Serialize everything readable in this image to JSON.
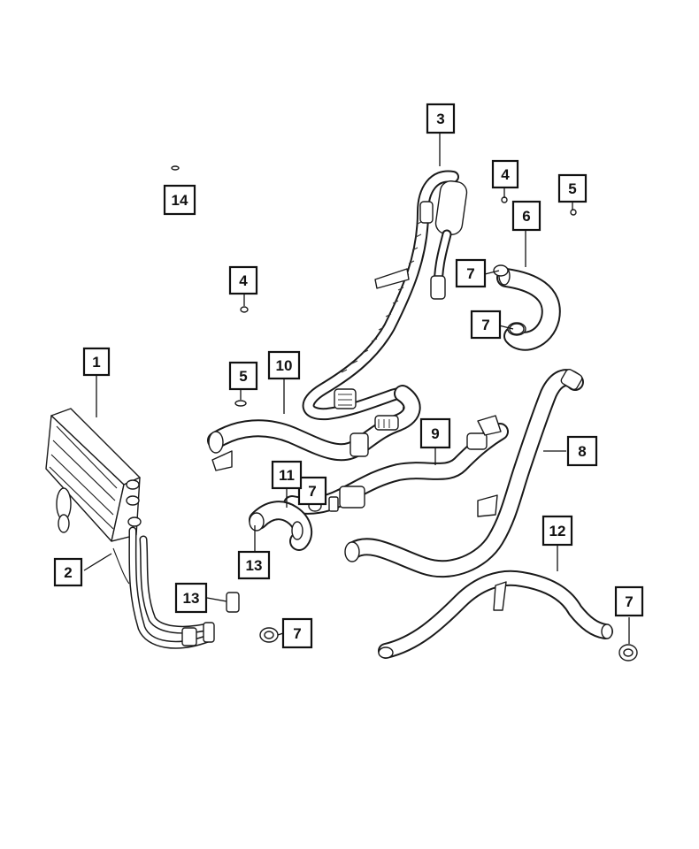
{
  "diagram": {
    "callouts": [
      {
        "id": "c1",
        "label": "1"
      },
      {
        "id": "c2",
        "label": "2"
      },
      {
        "id": "c3",
        "label": "3"
      },
      {
        "id": "c4a",
        "label": "4"
      },
      {
        "id": "c4b",
        "label": "4"
      },
      {
        "id": "c5a",
        "label": "5"
      },
      {
        "id": "c5b",
        "label": "5"
      },
      {
        "id": "c6",
        "label": "6"
      },
      {
        "id": "c7a",
        "label": "7"
      },
      {
        "id": "c7b",
        "label": "7"
      },
      {
        "id": "c7c",
        "label": "7"
      },
      {
        "id": "c7d",
        "label": "7"
      },
      {
        "id": "c7e",
        "label": "7"
      },
      {
        "id": "c8",
        "label": "8"
      },
      {
        "id": "c9",
        "label": "9"
      },
      {
        "id": "c10",
        "label": "10"
      },
      {
        "id": "c11",
        "label": "11"
      },
      {
        "id": "c12",
        "label": "12"
      },
      {
        "id": "c13a",
        "label": "13"
      },
      {
        "id": "c13b",
        "label": "13"
      },
      {
        "id": "c14",
        "label": "14"
      }
    ]
  }
}
